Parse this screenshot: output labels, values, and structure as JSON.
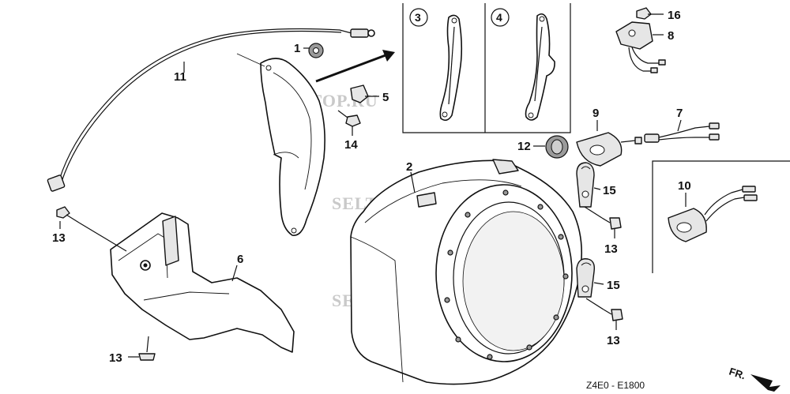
{
  "callouts": {
    "c1": "1",
    "c2": "2",
    "c3": "3",
    "c4": "4",
    "c5": "5",
    "c6": "6",
    "c7": "7",
    "c8": "8",
    "c9": "9",
    "c10": "10",
    "c11": "11",
    "c12": "12",
    "c13a": "13",
    "c13b": "13",
    "c13c": "13",
    "c13d": "13",
    "c14": "14",
    "c15a": "15",
    "c15b": "15",
    "c16": "16"
  },
  "watermarks": [
    "SELTOP.RU",
    "SELTOP.RU",
    "SELTOP.RU"
  ],
  "drawing_code": "Z4E0 - E1800",
  "orientation_label": "FR."
}
